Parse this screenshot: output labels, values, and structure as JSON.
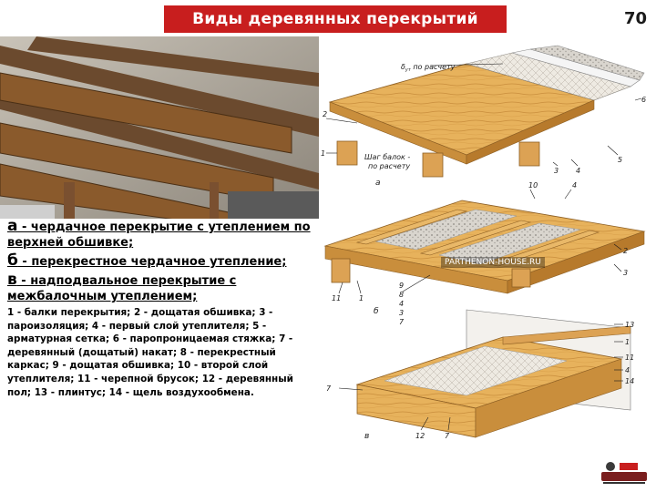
{
  "header": {
    "title": "Виды деревянных перекрытий",
    "page_number": "70"
  },
  "text": {
    "a": {
      "letter": "а",
      "text": " - чердачное перекрытие с утеплением по верхней обшивке;"
    },
    "b": {
      "letter": "б",
      "text": " - перекрестное чердачное утепление;"
    },
    "c": {
      "letter": "в",
      "text": " - надподвальное перекрытие с межбалочным утеплением;"
    },
    "legend": "1 - балки перекрытия; 2 - дощатая обшивка; 3 - пароизоляция; 4 - первый слой утеплителя; 5 - арматурная сетка; 6 - паропроницаемая стяжка; 7 - деревянный (дощатый) накат; 8 - перекрестный каркас; 9 - дощатая обшивка; 10 - второй слой утеплителя; 11 - черепной брусок; 12 - деревянный пол; 13 - плинтус; 14 - щель воздухообмена."
  },
  "diagram": {
    "watermark": "PARTHENON-HOUSE.RU",
    "labels_a": {
      "l2": "2",
      "l1": "1",
      "l3": "3",
      "l4": "4",
      "l5": "5",
      "l6": "6",
      "la": "а",
      "delta": "δ",
      "delta_sub": "ут",
      "delta_rest": " по расчету",
      "step1": "Шаг балок -",
      "step2": "по расчету"
    },
    "labels_b": {
      "l10": "10",
      "l4": "4",
      "l2": "2",
      "l3": "3",
      "l11": "11",
      "l1": "1",
      "l9": "9",
      "l8": "8",
      "l4b": "4",
      "l3b": "3",
      "l7": "7",
      "lb": "б"
    },
    "labels_c": {
      "l13": "13",
      "l1": "1",
      "l11": "11",
      "l4": "4",
      "l14": "14",
      "l12": "12",
      "l7": "7",
      "lc": "в"
    }
  },
  "colors": {
    "title_bg": "#c81e1e",
    "wood": "#e7b25c",
    "wood_dark": "#b77a2c",
    "insulation": "#e8e4dc",
    "leader": "#1a1a1a"
  },
  "icons": {
    "logo": "builder-logo-icon"
  }
}
